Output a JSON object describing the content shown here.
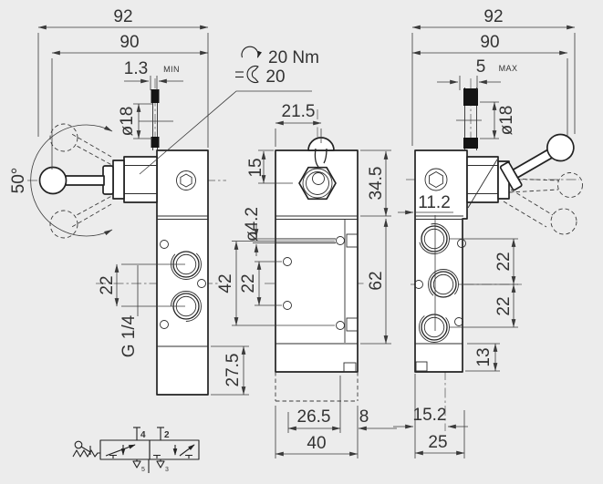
{
  "drawing": {
    "left_view": {
      "dim_width_outer": "92",
      "dim_width_inner": "90",
      "dim_groove": "1.3",
      "dim_groove_suffix": "MIN",
      "dim_stem": "ø18",
      "dim_angle": "50°",
      "dim_port_spacing": "22",
      "thread_label": "G 1/4",
      "dim_base_height": "27.5"
    },
    "note": {
      "torque": "20 Nm",
      "wrench_size": "20"
    },
    "front_view": {
      "dim_lever_offset": "21.5",
      "dim_top": "15",
      "dim_upper_height": "34.5",
      "dim_hole": "ø4.2",
      "dim_hole_span": "42",
      "dim_hole_pitch": "22",
      "dim_body_height": "62",
      "dim_bottom_a": "26.5",
      "dim_bottom_b": "8",
      "dim_width": "40"
    },
    "right_view": {
      "dim_width_outer": "92",
      "dim_width_inner": "90",
      "dim_travel": "5",
      "dim_travel_suffix": "MAX",
      "dim_stem": "ø18",
      "dim_port_offset": "11.2",
      "dim_port_spacing_upper": "22",
      "dim_port_spacing_lower": "22",
      "dim_base_height": "13",
      "dim_bottom_offset": "15.2",
      "dim_depth": "25"
    },
    "schematic": {
      "port_4": "4",
      "port_2": "2",
      "port_5": "5",
      "port_3": "3"
    },
    "colors": {
      "background": "#ececec",
      "outline": "#222222",
      "dimension": "#3a3a3a"
    }
  }
}
